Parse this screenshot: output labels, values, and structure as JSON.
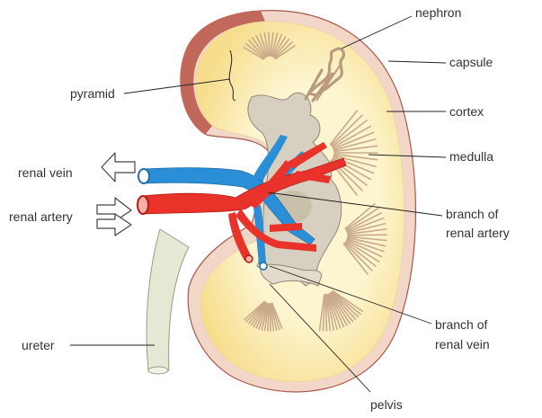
{
  "labels": {
    "nephron": "nephron",
    "capsule": "capsule",
    "pyramid": "pyramid",
    "cortex": "cortex",
    "medulla": "medulla",
    "renal_vein": "renal vein",
    "renal_artery": "renal artery",
    "branch_artery_line1": "branch of",
    "branch_artery_line2": "renal artery",
    "branch_vein_line1": "branch of",
    "branch_vein_line2": "renal vein",
    "ureter": "ureter",
    "pelvis": "pelvis"
  },
  "colors": {
    "capsule_outer": "#c2685a",
    "cortex": "#fdf3c4",
    "cortex_edge": "#f6dc8a",
    "medulla_stripes": "#c9a98a",
    "pelvis": "#c9bfae",
    "artery": "#e8322a",
    "vein": "#2a8fd6",
    "ureter": "#e4e6d0"
  }
}
